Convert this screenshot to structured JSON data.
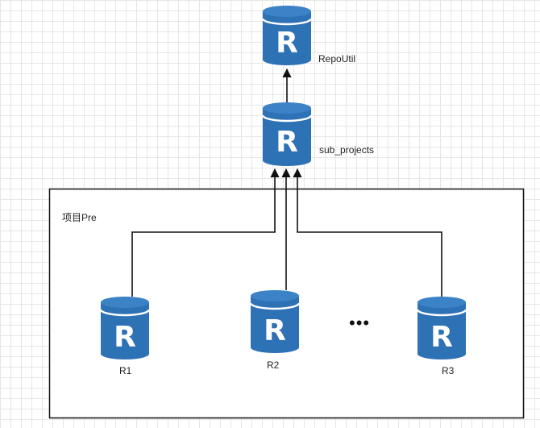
{
  "diagram": {
    "group": {
      "label": "项目Pre"
    },
    "nodes": {
      "repo_util": {
        "label": "RepoUtil",
        "icon": "R"
      },
      "sub_projects": {
        "label": "sub_projects",
        "icon": "R"
      },
      "r1": {
        "label": "R1",
        "icon": "R"
      },
      "r2": {
        "label": "R2",
        "icon": "R"
      },
      "r3": {
        "label": "R3",
        "icon": "R"
      }
    },
    "ellipsis": "•••",
    "edges": [
      {
        "from": "sub_projects",
        "to": "repo_util"
      },
      {
        "from": "r1",
        "to": "sub_projects"
      },
      {
        "from": "r2",
        "to": "sub_projects"
      },
      {
        "from": "r3",
        "to": "sub_projects"
      }
    ],
    "colors": {
      "db_body": "#2e72b6",
      "db_top": "#3b83c6",
      "db_rim": "#ffffff",
      "db_letter": "#ffffff",
      "edge": "#111111",
      "group_border": "#111111"
    }
  }
}
